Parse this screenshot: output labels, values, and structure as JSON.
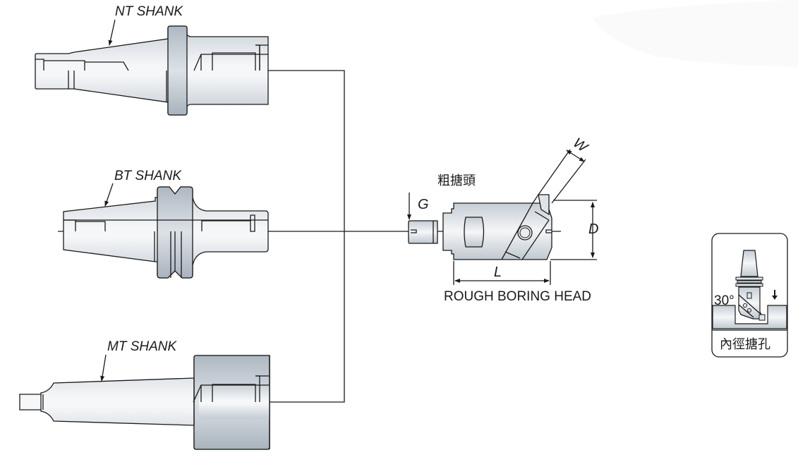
{
  "diagram": {
    "shanks": [
      {
        "id": "nt",
        "label": "NT SHANK"
      },
      {
        "id": "bt",
        "label": "BT SHANK"
      },
      {
        "id": "mt",
        "label": "MT SHANK"
      }
    ],
    "head": {
      "label_zh": "粗搪頭",
      "label_en": "ROUGH BORING HEAD",
      "dimensions": {
        "g": "G",
        "w": "W",
        "d": "D",
        "l": "L"
      }
    },
    "icon_card": {
      "angle": "30°",
      "caption": "內徑搪孔"
    },
    "colors": {
      "metal_light": "#f4f6f8",
      "metal_mid": "#d9dee4",
      "metal_dark": "#b9c2cb",
      "line": "#1a1a1a"
    }
  }
}
